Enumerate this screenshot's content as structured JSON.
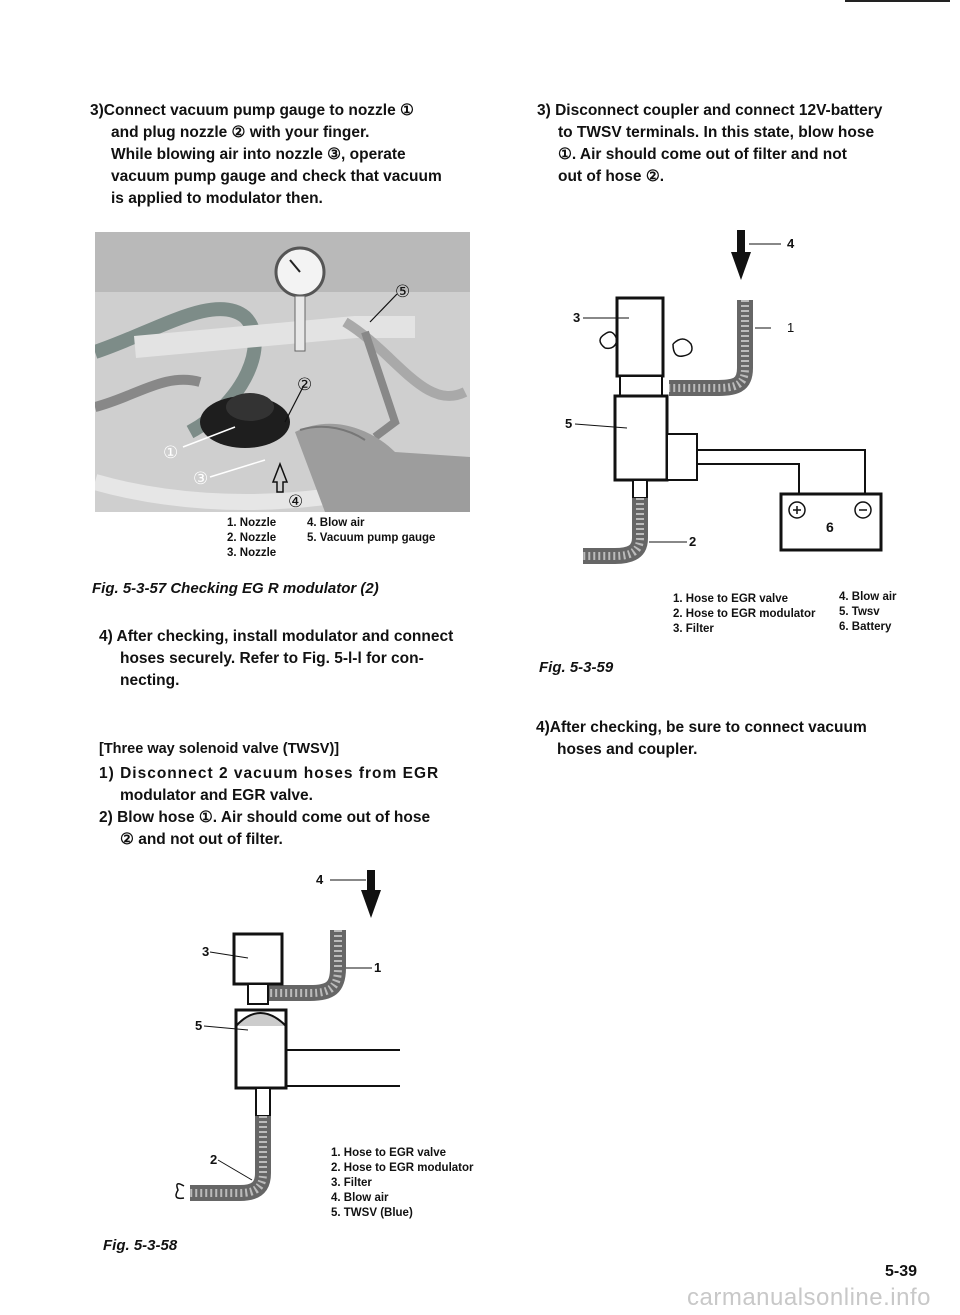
{
  "left": {
    "step3": [
      "3)Connect vacuum pump gauge to nozzle ①",
      "and plug nozzle ② with your finger.",
      "While blowing air into nozzle ③, operate",
      "vacuum pump gauge and check that vacuum",
      "is applied to modulator then."
    ],
    "photo_callouts": [
      "①",
      "②",
      "③",
      "④",
      "⑤"
    ],
    "photo_legend_col1": [
      "1. Nozzle",
      "2. Nozzle",
      "3. Nozzle"
    ],
    "photo_legend_col2": [
      "4. Blow air",
      "5. Vacuum pump gauge"
    ],
    "fig57_caption": "Fig. 5-3-57 Checking EG R modulator (2)",
    "step4": [
      "4) After checking, install modulator and connect",
      "hoses securely. Refer to Fig. 5-l-l for con-",
      "necting."
    ],
    "twsv_heading": "[Three way solenoid valve (TWSV)]",
    "twsv_step1": [
      "1) Disconnect 2 vacuum hoses from EGR",
      "modulator and EGR valve."
    ],
    "twsv_step2": [
      "2) Blow hose ①. Air should come out of hose",
      "② and not out of filter."
    ],
    "fig58_labels": [
      "1",
      "2",
      "3",
      "4",
      "5"
    ],
    "fig58_legend": [
      "1. Hose to EGR valve",
      "2. Hose to EGR modulator",
      "3. Filter",
      "4. Blow air",
      "5. TWSV (Blue)"
    ],
    "fig58_caption": "Fig. 5-3-58"
  },
  "right": {
    "step3": [
      "3) Disconnect coupler and connect 12V-battery",
      "to TWSV terminals. In this state, blow hose",
      "①. Air should come out of filter and not",
      "out of hose ②."
    ],
    "fig59_labels": [
      "1",
      "2",
      "3",
      "4",
      "5",
      "6"
    ],
    "fig59_legend_col1": [
      "1. Hose to EGR valve",
      "2. Hose to EGR modulator",
      "3. Filter"
    ],
    "fig59_legend_col2": [
      "4. Blow air",
      "5. Twsv",
      "6. Battery"
    ],
    "fig59_caption": "Fig. 5-3-59",
    "step4": [
      "4)After checking, be sure to connect vacuum",
      "hoses and coupler."
    ]
  },
  "page_number": "5-39",
  "watermark": "carmanualsonline.info"
}
